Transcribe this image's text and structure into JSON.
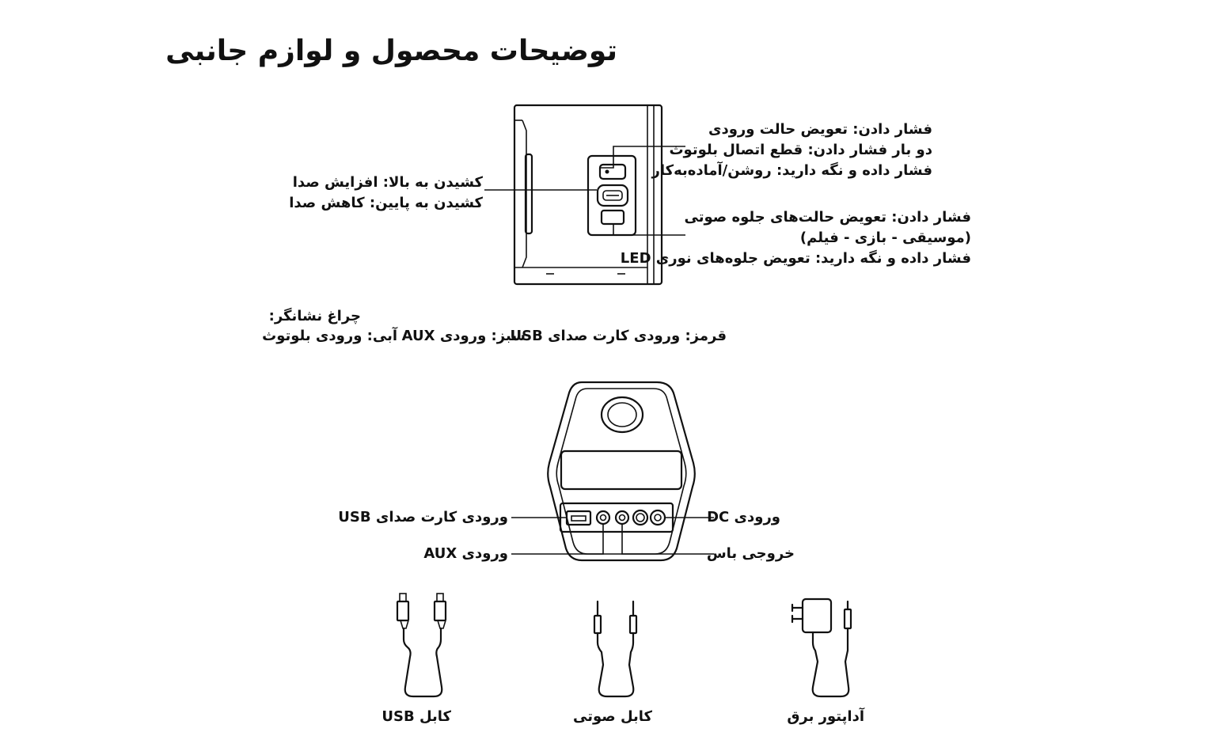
{
  "title": "توضیحات محصول و لوازم جانبی",
  "side_view": {
    "volume": [
      "کشیدن به بالا: افزایش صدا",
      "کشیدن به پایین: کاهش صدا"
    ],
    "top_button": [
      "فشار دادن: تعویض حالت ورودی",
      "دو بار فشار دادن: قطع اتصال بلوتوث",
      "فشار داده و نگه دارید: روشن/آماده‌به‌کار"
    ],
    "bottom_button": [
      "فشار دادن: تعویض حالت‌های جلوه صوتی",
      "(موسیقی - بازی - فیلم)",
      "فشار داده و نگه دارید: تعویض جلوه‌های نوری LED"
    ]
  },
  "indicator": {
    "heading": "چراغ نشانگر:",
    "red": "قرمز: ورودی کارت صدای USB",
    "green": "سبز: ورودی AUX",
    "blue": "آبی: ورودی بلوتوث"
  },
  "back_view": {
    "usb": "ورودی کارت صدای USB",
    "aux": "ورودی AUX",
    "dc": "ورودی DC",
    "bass": "خروجی باس"
  },
  "accessories": {
    "usb_cable": "کابل USB",
    "audio_cable": "کابل صوتی",
    "adapter": "آداپتور برق"
  }
}
